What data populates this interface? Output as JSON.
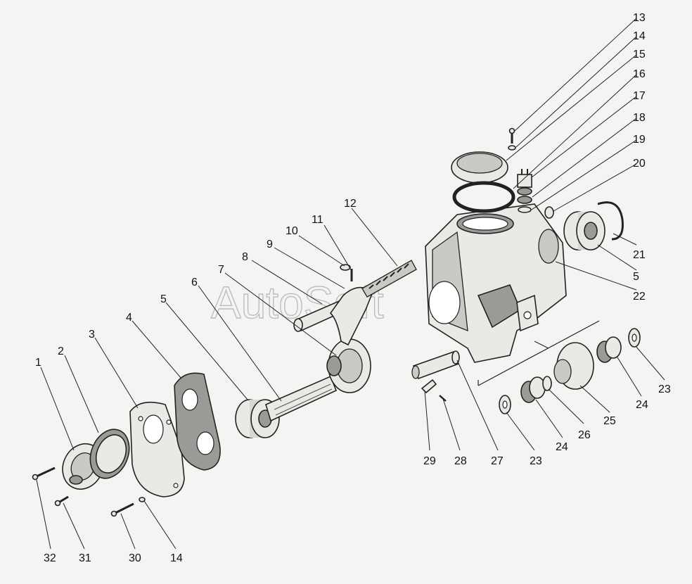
{
  "watermark": "AutoSoft",
  "callouts": [
    {
      "key": "c13",
      "label": "13"
    },
    {
      "key": "c14a",
      "label": "14"
    },
    {
      "key": "c15",
      "label": "15"
    },
    {
      "key": "c16",
      "label": "16"
    },
    {
      "key": "c17",
      "label": "17"
    },
    {
      "key": "c18",
      "label": "18"
    },
    {
      "key": "c19",
      "label": "19"
    },
    {
      "key": "c20",
      "label": "20"
    },
    {
      "key": "c21",
      "label": "21"
    },
    {
      "key": "c5a",
      "label": "5"
    },
    {
      "key": "c22",
      "label": "22"
    },
    {
      "key": "c12",
      "label": "12"
    },
    {
      "key": "c11",
      "label": "11"
    },
    {
      "key": "c10",
      "label": "10"
    },
    {
      "key": "c9",
      "label": "9"
    },
    {
      "key": "c8",
      "label": "8"
    },
    {
      "key": "c7",
      "label": "7"
    },
    {
      "key": "c6",
      "label": "6"
    },
    {
      "key": "c5b",
      "label": "5"
    },
    {
      "key": "c4",
      "label": "4"
    },
    {
      "key": "c3",
      "label": "3"
    },
    {
      "key": "c2",
      "label": "2"
    },
    {
      "key": "c1",
      "label": "1"
    },
    {
      "key": "c32",
      "label": "32"
    },
    {
      "key": "c31",
      "label": "31"
    },
    {
      "key": "c30",
      "label": "30"
    },
    {
      "key": "c14b",
      "label": "14"
    },
    {
      "key": "c29",
      "label": "29"
    },
    {
      "key": "c28",
      "label": "28"
    },
    {
      "key": "c27",
      "label": "27"
    },
    {
      "key": "c23a",
      "label": "23"
    },
    {
      "key": "c24a",
      "label": "24"
    },
    {
      "key": "c26",
      "label": "26"
    },
    {
      "key": "c25",
      "label": "25"
    },
    {
      "key": "c24b",
      "label": "24"
    },
    {
      "key": "c23b",
      "label": "23"
    }
  ]
}
